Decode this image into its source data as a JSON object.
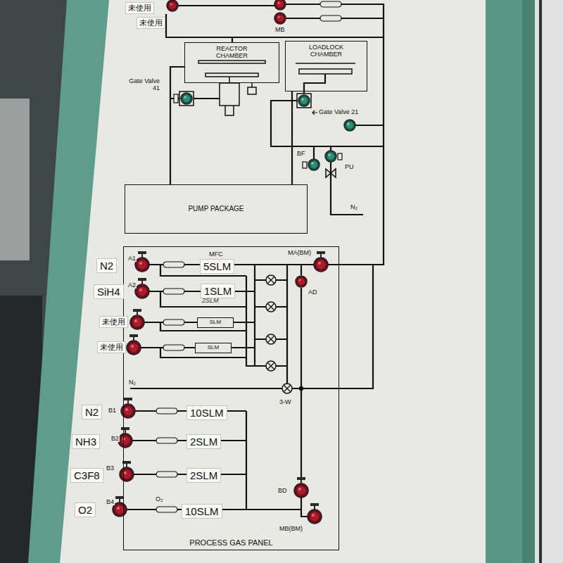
{
  "diagram": {
    "nodes": [
      {
        "text": [
          "REACTOR CHAMBER"
        ]
      },
      {
        "text": [
          "LOADLOCK CHAMBER"
        ]
      },
      {
        "text": [
          "PUMP PACKAGE"
        ]
      },
      {
        "text": [
          "PROCESS GAS PANEL"
        ]
      },
      {
        "text": [
          "SLM"
        ],
        "in": 3
      },
      {
        "text": [
          "SLM"
        ],
        "in": 3
      }
    ],
    "edges": [
      {
        "from": 0,
        "to": 2,
        "arrow": "none"
      },
      {
        "from": 1,
        "to": 2,
        "arrow": "none"
      },
      {
        "from": 3,
        "to": 0,
        "arrow": "none"
      }
    ],
    "labels": [
      "未使用",
      "未使用",
      "MB",
      "Gate Valve 41",
      "Gate Valve 21",
      "BF",
      "PU",
      "N₂",
      "N2",
      "A1",
      "MFC",
      "5SLM",
      "MA(BM)",
      "SiH4",
      "A2",
      "1SLM",
      "2SLM",
      "AD",
      "未使用",
      "未使用",
      "N₂",
      "3-W",
      "N2",
      "B1",
      "10SLM",
      "NH3",
      "B2",
      "2SLM",
      "C3F8",
      "B3",
      "2SLM",
      "O2",
      "B4",
      "O₂",
      "10SLM",
      "BD",
      "MB(BM)"
    ]
  }
}
